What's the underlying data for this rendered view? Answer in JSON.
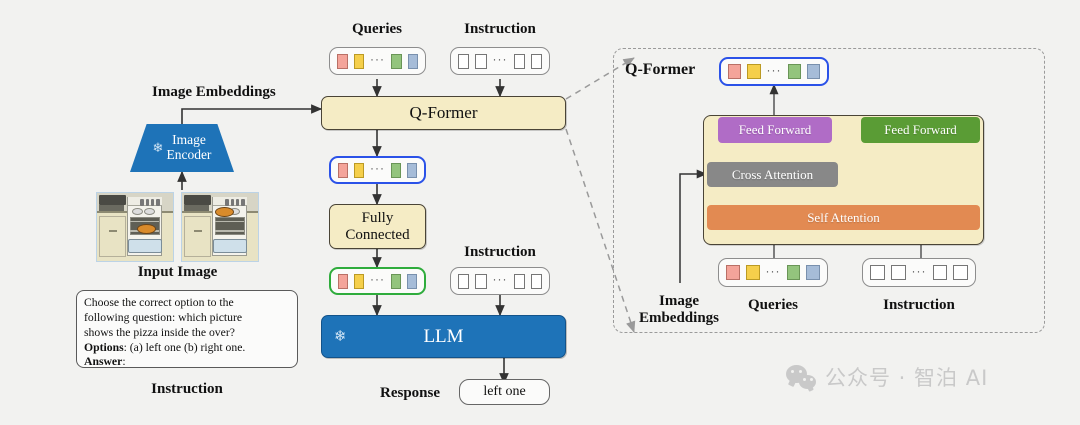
{
  "figure": {
    "background_color": "#f2f2f0"
  },
  "left": {
    "image_embeddings_label": "Image Embeddings",
    "encoder": {
      "line1": "Image",
      "line2": "Encoder",
      "frozen_icon": "snowflake-icon",
      "color": "#1e73b8"
    },
    "input_image_label": "Input Image",
    "instruction_label": "Instruction",
    "prompt": {
      "line1": "Choose the correct option to the",
      "line2": "following question: which picture",
      "line3": "shows the pizza inside the over?",
      "options_key": "Options",
      "options_value": ": (a) left one (b) right one.",
      "answer_key": "Answer",
      "answer_value": ":"
    }
  },
  "center": {
    "queries_label": "Queries",
    "instruction_top_label": "Instruction",
    "instruction_mid_label": "Instruction",
    "qformer_label": "Q-Former",
    "fully_connected_line1": "Fully",
    "fully_connected_line2": "Connected",
    "llm_label": "LLM",
    "llm_frozen_icon": "snowflake-icon",
    "response_label": "Response",
    "response_value": "left one"
  },
  "right": {
    "panel_title": "Q-Former",
    "feed_forward_left": "Feed Forward",
    "feed_forward_right": "Feed Forward",
    "cross_attention": "Cross Attention",
    "self_attention": "Self Attention",
    "image_embeddings_line1": "Image",
    "image_embeddings_line2": "Embeddings",
    "queries_label": "Queries",
    "instruction_label": "Instruction"
  },
  "tokens": {
    "query_colors": [
      "#f4a49a",
      "#f5cf4b",
      "#93c47d",
      "#a6bcd8"
    ],
    "ellipsis": "···",
    "empty_color": "#ffffff"
  },
  "colors": {
    "cream": "#f5ecc5",
    "blue": "#1e73b8",
    "purple": "#b06cc6",
    "green": "#5a9c35",
    "gray": "#888888",
    "orange": "#e28a52",
    "highlight_blue_border": "#2b52e8",
    "highlight_green_border": "#2fac3c"
  },
  "watermark": {
    "text": "公众号 · 智泊 AI",
    "icon": "wechat-icon"
  }
}
